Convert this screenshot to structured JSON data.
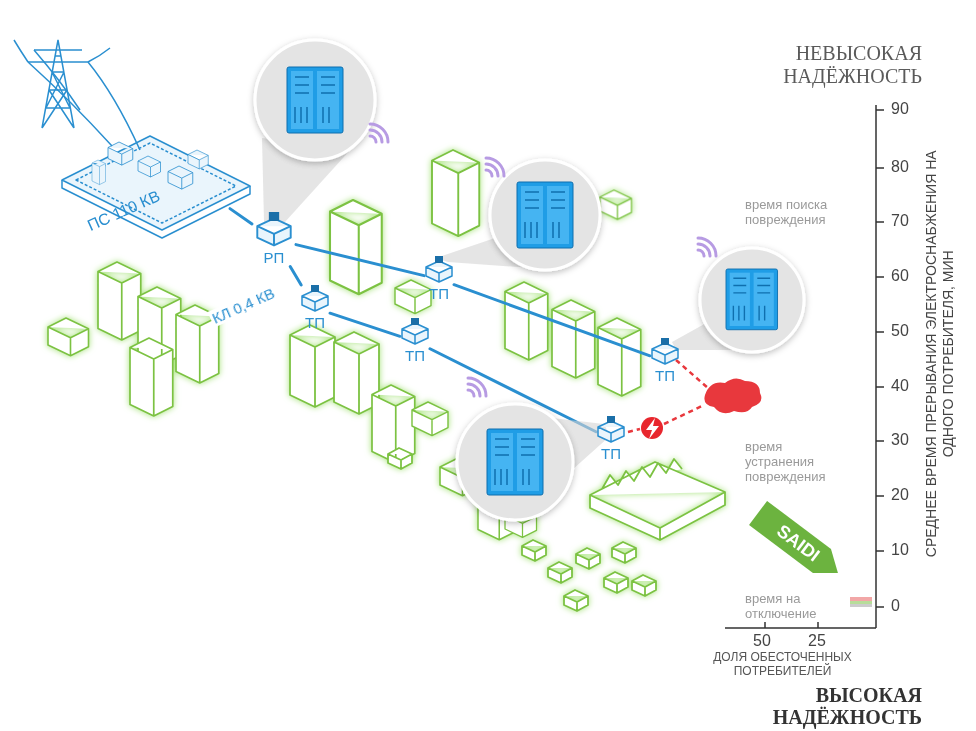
{
  "diagram": {
    "nodes": [
      {
        "text": [
          "ПС 110 КВ"
        ]
      },
      {
        "text": [
          "РП"
        ]
      },
      {
        "text": [
          "ТП"
        ]
      },
      {
        "text": [
          "ТП"
        ]
      },
      {
        "text": [
          "ТП"
        ]
      },
      {
        "text": [
          "ТП"
        ]
      },
      {
        "text": [
          "ТП"
        ]
      },
      {
        "text": [
          "SAIDI"
        ]
      }
    ],
    "edges": [
      {
        "from": 0,
        "to": 1,
        "arrow": "none"
      },
      {
        "from": 1,
        "to": 2,
        "arrow": "none"
      },
      {
        "from": 2,
        "to": 3,
        "arrow": "none"
      },
      {
        "from": 1,
        "to": 4,
        "label": "КЛ 0,4 КВ",
        "arrow": "none"
      },
      {
        "from": 4,
        "to": 5,
        "arrow": "none"
      },
      {
        "from": 5,
        "to": 6,
        "arrow": "none"
      }
    ],
    "labels": [
      "НЕВЫСОКАЯ НАДЁЖНОСТЬ",
      "90",
      "80",
      "70",
      "60",
      "50",
      "40",
      "30",
      "20",
      "10",
      "0",
      "СРЕДНЕЕ ВРЕМЯ ПРЕРЫВАНИЯ ЭЛЕКТРОСНАБЖЕНИЯ НА ОДНОГО ПОТРЕБИТЕЛЯ, МИН",
      "время поиска повреждения",
      "время устранения повреждения",
      "время на отключение",
      "50",
      "25",
      "ДОЛЯ ОБЕСТОЧЕННЫХ ПОТРЕБИТЕЛЕЙ",
      "ВЫСОКАЯ НАДЁЖНОСТЬ"
    ]
  }
}
